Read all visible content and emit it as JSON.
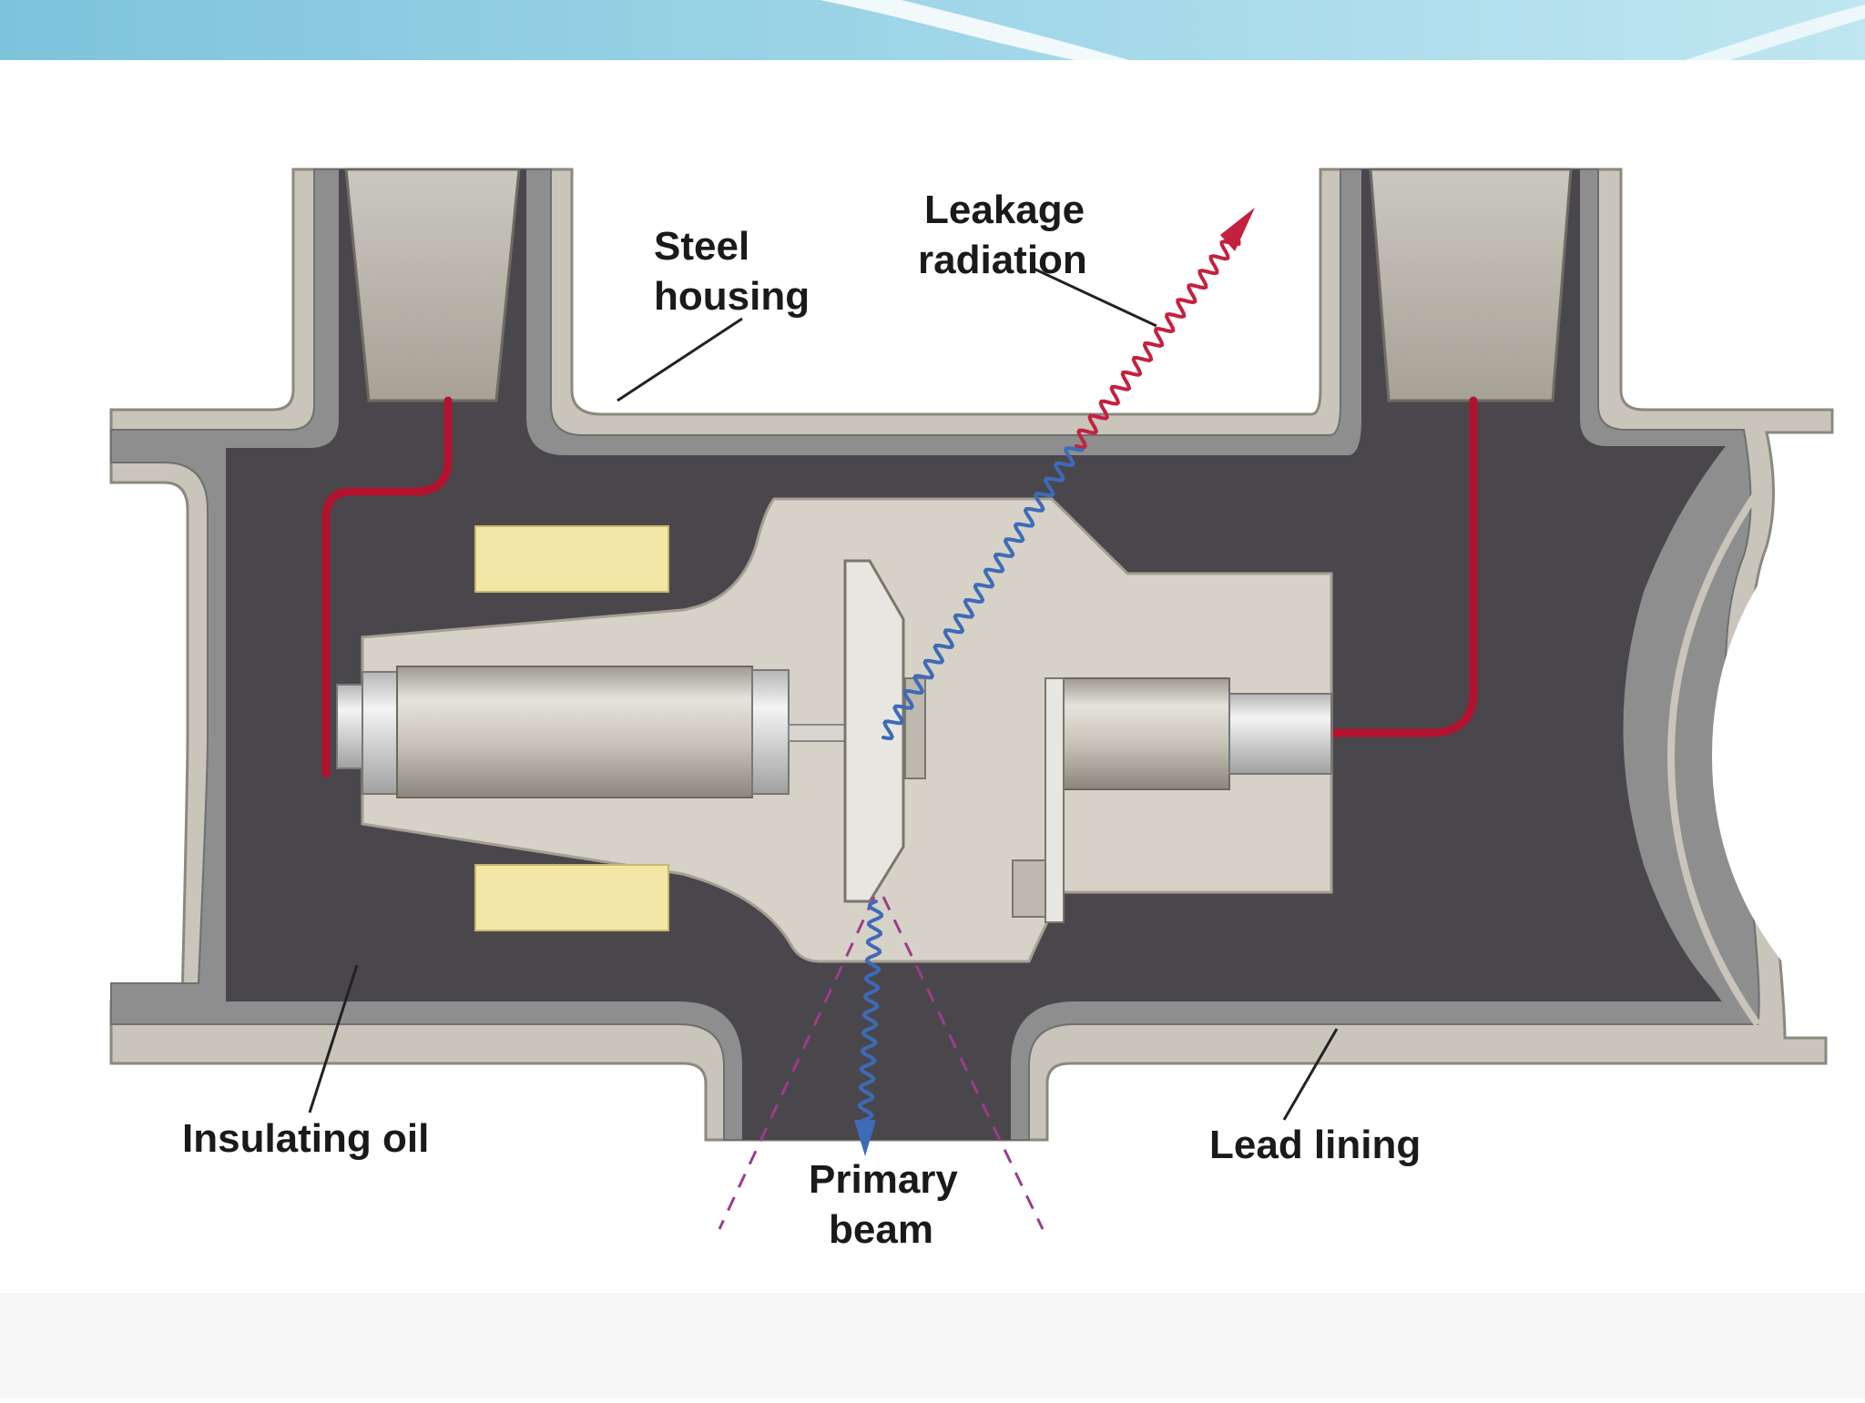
{
  "labels": {
    "steel_housing": [
      "Steel",
      "housing"
    ],
    "leakage_radiation": [
      "Leakage",
      "radiation"
    ],
    "insulating_oil": "Insulating oil",
    "primary_beam": [
      "Primary",
      "beam"
    ],
    "lead_lining": "Lead lining"
  },
  "colors": {
    "header_band": "#8fd0e6",
    "steel": "#c9c5bb",
    "lead": "#8e8e8e",
    "oil": "#4a474c",
    "glass_envelope": "#d7d2c8",
    "cathode": "#d4cfc4",
    "focusing_coil": "#f3e7a8",
    "cable": "#b3122e",
    "leakage_ray": "#c4213f",
    "primary_ray": "#3d6bb8",
    "beam_edge": "#9a3d8a"
  }
}
